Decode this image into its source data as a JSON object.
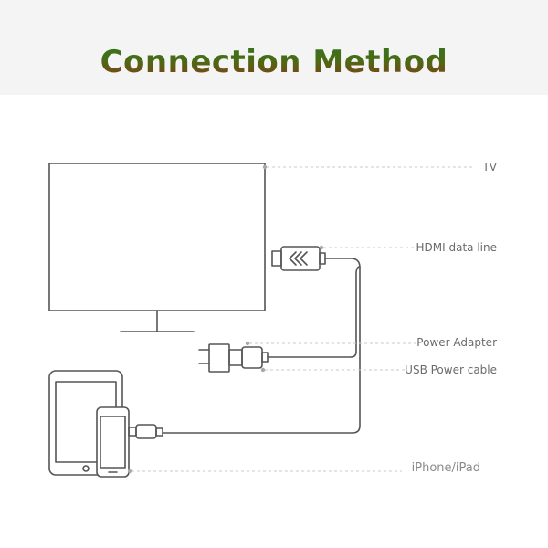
{
  "title": "Connection Method",
  "labels": {
    "tv": "TV",
    "hdmi": "HDMI data line",
    "power_adapter": "Power Adapter",
    "usb_power_cable": "USB Power cable",
    "iphone_ipad": "iPhone/iPad"
  },
  "colors": {
    "title_green": "#1f7a2a",
    "title_red": "#a2231a",
    "outline": "#555555",
    "leader_line": "#c8c8c8",
    "label_text": "#6b6b6b"
  }
}
